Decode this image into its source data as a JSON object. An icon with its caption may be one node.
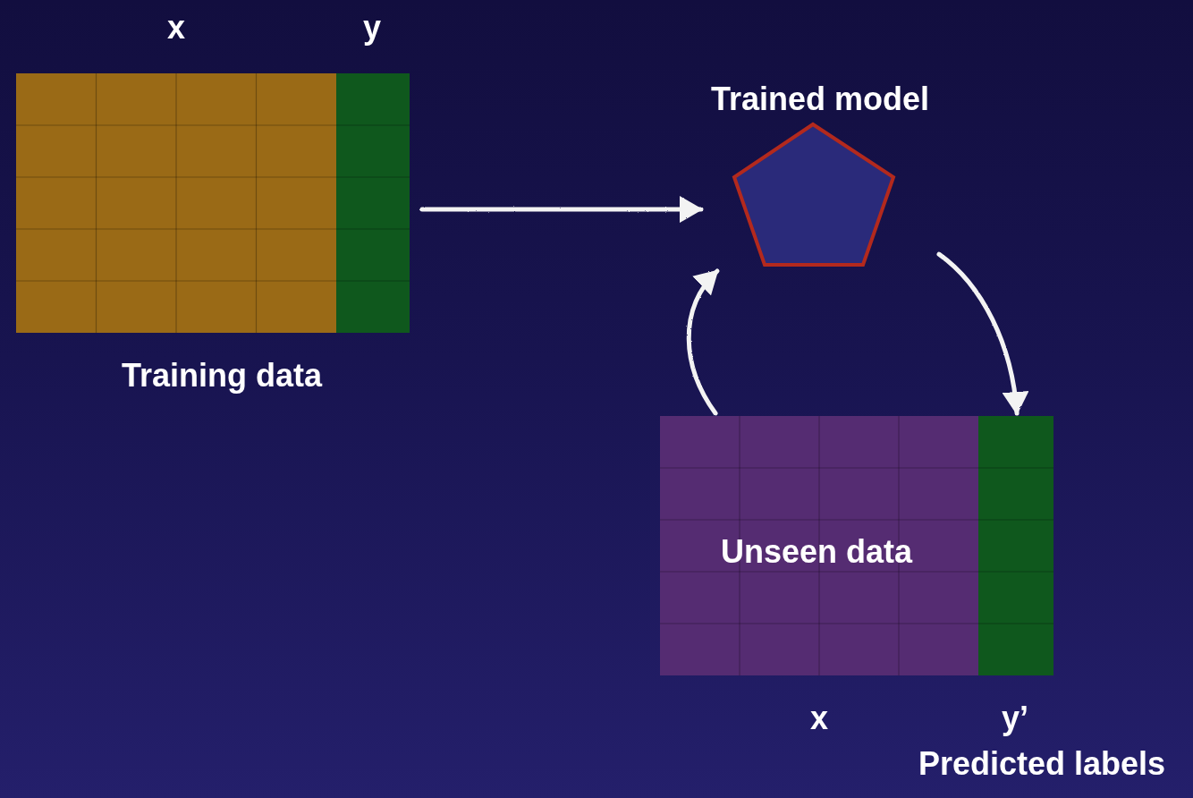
{
  "diagram": {
    "nodes": [
      {
        "text": [
          "Training data"
        ],
        "beside": [
          "x",
          "y"
        ]
      },
      {
        "text": [
          "Trained model"
        ]
      },
      {
        "text": [
          "Unseen data"
        ],
        "beside": [
          "x",
          "y’",
          "Predicted labels"
        ]
      }
    ],
    "edges": [
      {
        "from": 0,
        "to": 1,
        "arrow": "to"
      },
      {
        "from": 2,
        "to": 1,
        "arrow": "to"
      },
      {
        "from": 1,
        "to": 2,
        "arrow": "to"
      }
    ]
  }
}
